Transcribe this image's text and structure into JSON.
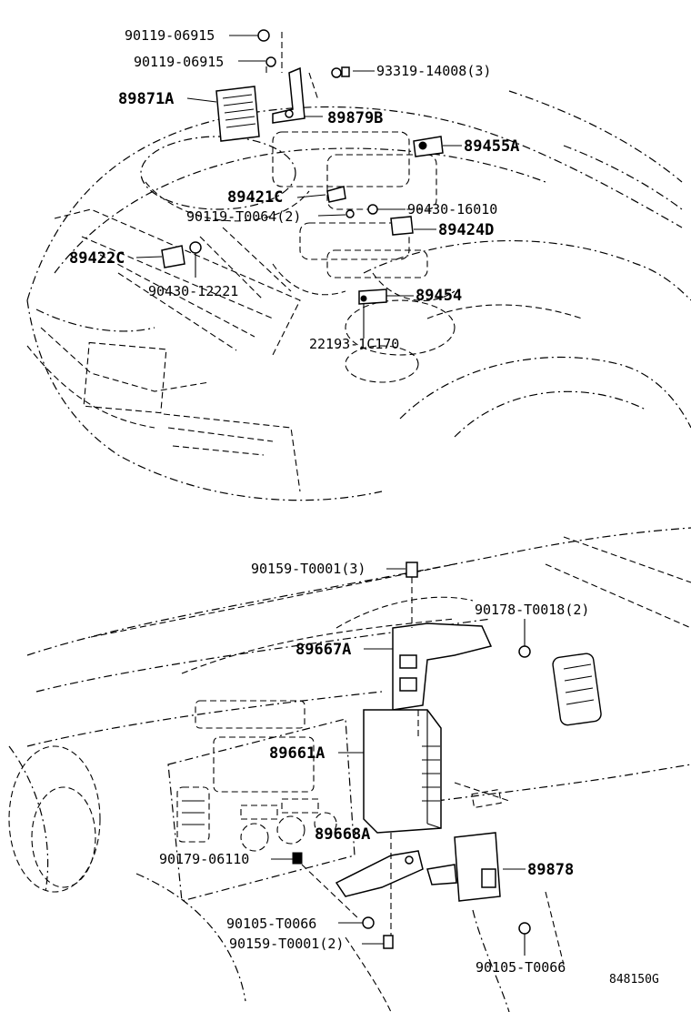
{
  "engine_labels": [
    {
      "id": "p90119_06915_a",
      "text": "90119-06915"
    },
    {
      "id": "p90119_06915_b",
      "text": "90119-06915"
    },
    {
      "id": "p93319_14008",
      "text": "93319-14008(3)"
    },
    {
      "id": "p89871A",
      "text": "89871A"
    },
    {
      "id": "p89879B",
      "text": "89879B"
    },
    {
      "id": "p89455A",
      "text": "89455A"
    },
    {
      "id": "p89421C",
      "text": "89421C"
    },
    {
      "id": "p90119_T0064",
      "text": "90119-T0064(2)"
    },
    {
      "id": "p90430_16010",
      "text": "90430-16010"
    },
    {
      "id": "p89424D",
      "text": "89424D"
    },
    {
      "id": "p89422C",
      "text": "89422C"
    },
    {
      "id": "p90430_12221",
      "text": "90430-12221"
    },
    {
      "id": "p89454",
      "text": "89454"
    },
    {
      "id": "p22193_1C170",
      "text": "22193-1C170"
    }
  ],
  "dash_labels": [
    {
      "id": "p90159_T0001_3",
      "text": "90159-T0001(3)"
    },
    {
      "id": "p90178_T0018",
      "text": "90178-T0018(2)"
    },
    {
      "id": "p89667A",
      "text": "89667A"
    },
    {
      "id": "p89661A",
      "text": "89661A"
    },
    {
      "id": "p89668A",
      "text": "89668A"
    },
    {
      "id": "p90179_06110",
      "text": "90179-06110"
    },
    {
      "id": "p89878",
      "text": "89878"
    },
    {
      "id": "p90105_T0066_a",
      "text": "90105-T0066"
    },
    {
      "id": "p90159_T0001_2",
      "text": "90159-T0001(2)"
    },
    {
      "id": "p90105_T0066_b",
      "text": "90105-T0066"
    }
  ],
  "figure_ref": "848150G"
}
